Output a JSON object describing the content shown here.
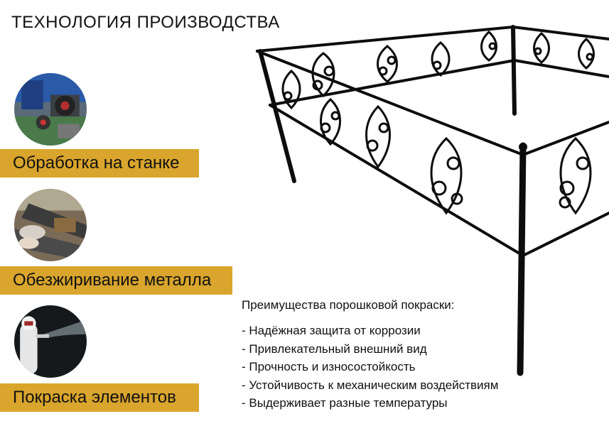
{
  "title": "ТЕХНОЛОГИЯ ПРОИЗВОДСТВА",
  "steps": [
    {
      "label": "Обработка на станке"
    },
    {
      "label": "Обезжиривание металла"
    },
    {
      "label": "Покраска элементов"
    }
  ],
  "benefits": {
    "heading": "Преимущества порошковой покраски:",
    "items": [
      "- Надёжная защита от коррозии",
      "- Привлекательный внешний вид",
      "- Прочность и износостойкость",
      "- Устойчивость к механическим воздействиям",
      "- Выдерживает разные температуры"
    ]
  },
  "colors": {
    "label_bg": "#d9a52c",
    "fence": "#0d0d0d"
  }
}
